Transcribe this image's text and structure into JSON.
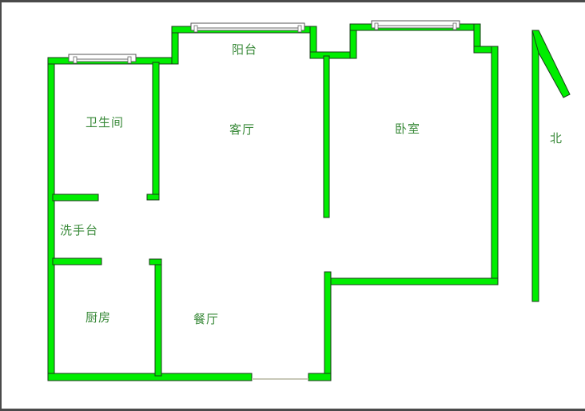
{
  "floor_plan": {
    "colors": {
      "wall": "#00ee00",
      "wall_outline": "#1a3a1a",
      "label_text": "#3a8a3a",
      "frame_border": "#4a4a4a",
      "background": "#ffffff"
    },
    "rooms": [
      {
        "id": "bathroom",
        "label": "卫生间"
      },
      {
        "id": "living-room",
        "label": "客厅"
      },
      {
        "id": "balcony",
        "label": "阳台"
      },
      {
        "id": "bedroom",
        "label": "卧室"
      },
      {
        "id": "washbasin",
        "label": "洗手台"
      },
      {
        "id": "kitchen",
        "label": "厨房"
      },
      {
        "id": "dining-room",
        "label": "餐厅"
      }
    ],
    "compass": {
      "label": "北",
      "icon": "north-arrow-icon"
    }
  }
}
